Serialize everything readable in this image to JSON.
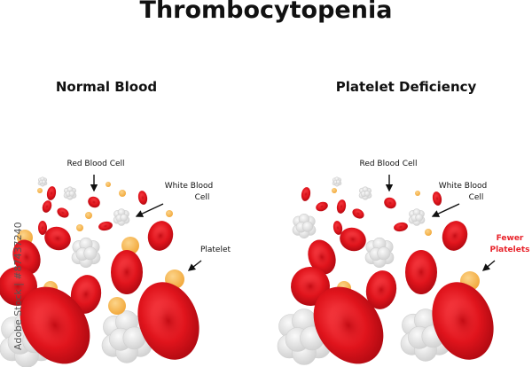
{
  "title": "Thrombocytopenia",
  "panels": [
    {
      "heading": "Normal Blood",
      "labels": {
        "rbc": "Red Blood Cell",
        "wbc_line1": "White Blood",
        "wbc_line2": "Cell",
        "platelet": "Platelet"
      }
    },
    {
      "heading": "Platelet Deficiency",
      "labels": {
        "rbc": "Red Blood Cell",
        "wbc_line1": "White Blood",
        "wbc_line2": "Cell",
        "platelet_line1": "Fewer",
        "platelet_line2": "Platelets"
      }
    }
  ],
  "watermark": "Adobe Stock | #87437240",
  "colors": {
    "rbc": "#e0141c",
    "platelet": "#f7b955",
    "wbc": "#e6e6e6",
    "highlight_label": "#e8222a"
  }
}
